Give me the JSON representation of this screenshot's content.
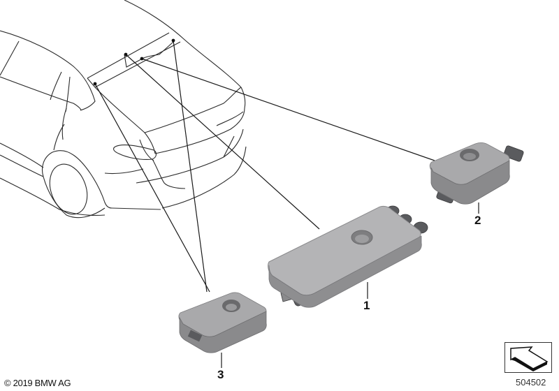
{
  "diagram": {
    "title": "Antenna amplifier / diversity module parts diagram",
    "callouts": [
      {
        "id": "1",
        "label": "1"
      },
      {
        "id": "2",
        "label": "2"
      },
      {
        "id": "3",
        "label": "3"
      }
    ],
    "parts": [
      {
        "callout": "1",
        "description": "large control module with three round connectors"
      },
      {
        "callout": "2",
        "description": "small module with connectors on both ends"
      },
      {
        "callout": "3",
        "description": "small flat module with round boss"
      }
    ]
  },
  "footer": {
    "copyright": "© 2019 BMW AG",
    "diagram_number": "504502"
  },
  "icons": {
    "navigation": "arrow-nav-icon"
  },
  "colors": {
    "line": "#222222",
    "part_body": "#9a9a9c",
    "part_top": "#b4b4b6",
    "part_shadow": "#6e6e70",
    "connector": "#5a5b5e"
  }
}
